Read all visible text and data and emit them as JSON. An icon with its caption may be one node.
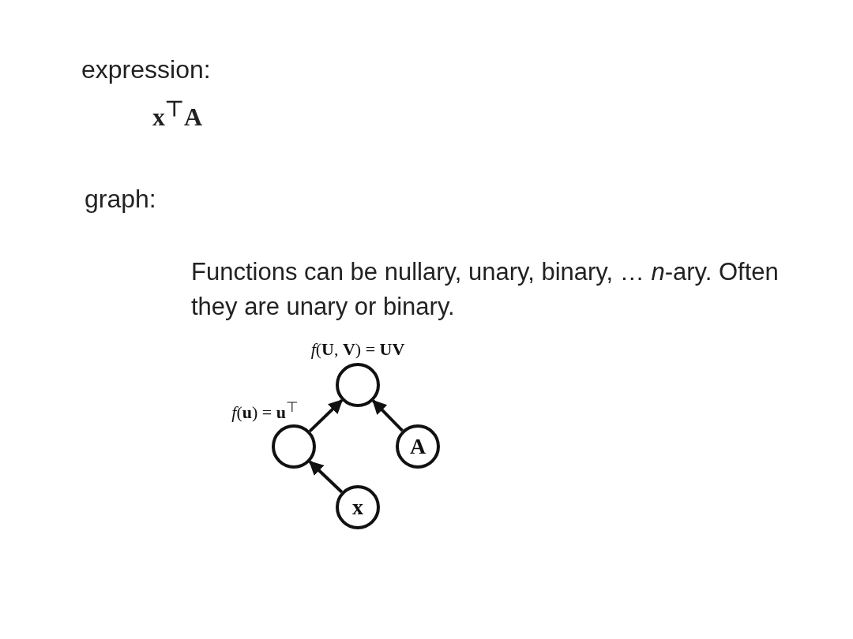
{
  "diagram": {
    "nodes": [
      {
        "text": [],
        "shape": "circle",
        "beside": [
          "*f*(**U**, **V**) = **UV**"
        ]
      },
      {
        "text": [],
        "shape": "circle",
        "beside": [
          "*f*(**u**) = **u**$^{⊤}$"
        ]
      },
      {
        "text": [
          "A"
        ]
      },
      {
        "text": [
          "x"
        ]
      }
    ],
    "edges": [
      {
        "from": 1,
        "to": 0,
        "arrow": "to"
      },
      {
        "from": 2,
        "to": 0,
        "arrow": "to"
      },
      {
        "from": 3,
        "to": 1,
        "arrow": "to"
      }
    ],
    "labels": [
      "expression:",
      "**x**$^{⊤}$**A**",
      "graph:",
      "Functions can be nullary, unary, binary, … *n*-ary. Often they are unary or binary."
    ]
  }
}
